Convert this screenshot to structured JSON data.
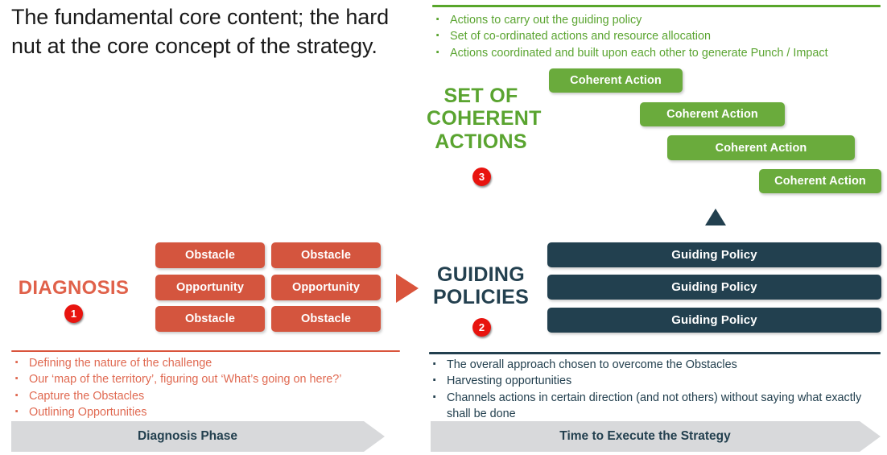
{
  "headline": "The fundamental core content; the hard nut at the core concept of the strategy.",
  "colors": {
    "green": "#6aab3c",
    "green_text": "#5aa430",
    "coral": "#d4553e",
    "coral_text": "#e0614a",
    "navy": "#22404f",
    "badge_red": "#e8140f",
    "banner_gray": "#d8d9db"
  },
  "diagnosis": {
    "title": "DIAGNOSIS",
    "badge": "1",
    "boxes": [
      "Obstacle",
      "Obstacle",
      "Opportunity",
      "Opportunity",
      "Obstacle",
      "Obstacle"
    ],
    "bullets": [
      "Defining the nature of the challenge",
      "Our ‘map of the territory’, figuring out ‘What’s going on here?’",
      "Capture the Obstacles",
      "Outlining Opportunities"
    ],
    "banner": "Diagnosis Phase"
  },
  "guiding_policies": {
    "title_line1": "GUIDING",
    "title_line2": "POLICIES",
    "badge": "2",
    "bars": [
      "Guiding Policy",
      "Guiding Policy",
      "Guiding Policy"
    ],
    "bullets": [
      "The overall approach chosen to overcome the Obstacles",
      "Harvesting opportunities",
      "Channels actions in certain direction (and not others) without saying what exactly shall be done"
    ],
    "banner": "Time to Execute the Strategy"
  },
  "coherent_actions": {
    "title_line1": "SET OF",
    "title_line2": "COHERENT",
    "title_line3": "ACTIONS",
    "badge": "3",
    "bullets": [
      "Actions to carry out the guiding policy",
      "Set of co-ordinated actions and resource allocation",
      "Actions coordinated and built upon each other to generate Punch / Impact"
    ],
    "steps": [
      "Coherent Action",
      "Coherent Action",
      "Coherent Action",
      "Coherent Action"
    ]
  }
}
